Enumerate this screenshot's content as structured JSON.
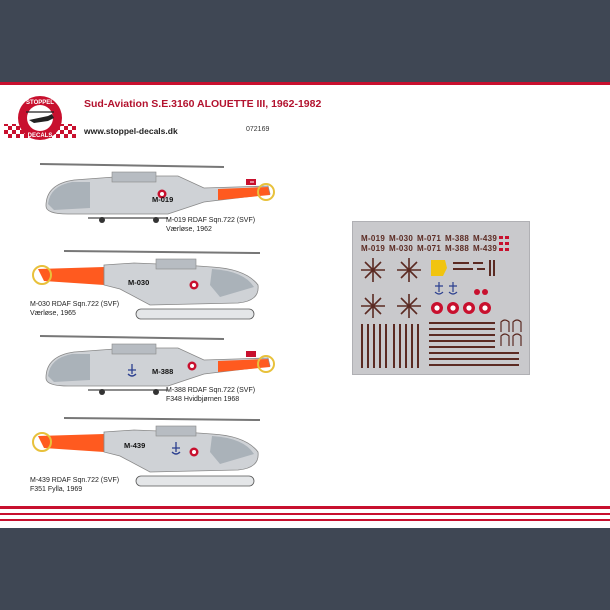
{
  "logo": {
    "top": "STOPPEL",
    "bottom": "DECALS"
  },
  "header": {
    "title": "Sud-Aviation S.E.3160 ALOUETTE III, 1962-1982",
    "website": "www.stoppel-decals.dk",
    "code": "072169"
  },
  "aircraft": [
    {
      "reg": "M-019",
      "caption_line1": "M-019 RDAF Sqn.722 (SVF)",
      "caption_line2": "Værløse, 1962"
    },
    {
      "reg": "M-030",
      "caption_line1": "M-030 RDAF Sqn.722 (SVF)",
      "caption_line2": "Værløse, 1965"
    },
    {
      "reg": "M-388",
      "caption_line1": "M-388 RDAF Sqn.722 (SVF)",
      "caption_line2": "F348 Hvidbjørnen 1968"
    },
    {
      "reg": "M-439",
      "caption_line1": "M-439 RDAF Sqn.722 (SVF)",
      "caption_line2": "F351 Fylla, 1969"
    }
  ],
  "decal_sheet": {
    "registrations": [
      "M-019",
      "M-030",
      "M-071",
      "M-388",
      "M-439"
    ]
  },
  "colors": {
    "background": "#3f4754",
    "accent_red": "#c8102e",
    "heli_grey": "#cfd2d6",
    "day_glo": "#ff5a1f",
    "decal_brown": "#5b2a22"
  }
}
